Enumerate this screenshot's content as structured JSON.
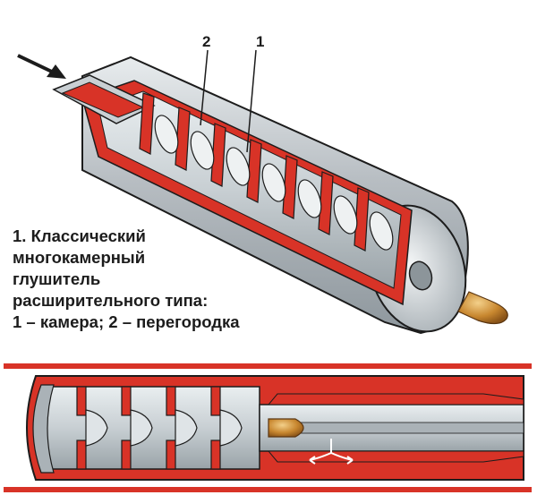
{
  "labels": {
    "partition": "2",
    "chamber": "1"
  },
  "caption": {
    "line1": "1. Классический",
    "line2": "многокамерный",
    "line3": "глушитель",
    "line4": "расширительного типа:",
    "line5": "1 – камера; 2 – перегородка"
  },
  "colors": {
    "red": "#d83327",
    "steel": "#b9bfc4",
    "steel_dark": "#7d868c",
    "outline": "#1c1c1c",
    "bullet": "#c78a3a"
  }
}
